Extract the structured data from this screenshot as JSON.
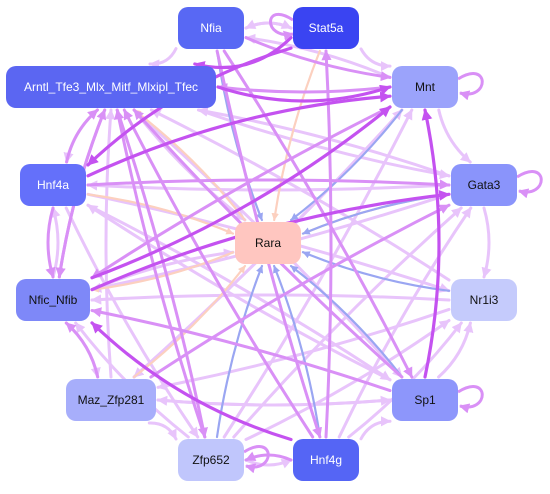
{
  "nodes": [
    {
      "id": "Nfia",
      "label": "Nfia",
      "fill": "#5868f4",
      "text": "#ffffff"
    },
    {
      "id": "Stat5a",
      "label": "Stat5a",
      "fill": "#3a44f2",
      "text": "#ffffff"
    },
    {
      "id": "Amtl",
      "label": "Arntl_Tfe3_Mlx_Mitf_Mlxipl_Tfec",
      "fill": "#5b66f2",
      "text": "#ffffff"
    },
    {
      "id": "Mnt",
      "label": "Mnt",
      "fill": "#9ba3fb",
      "text": "#111111"
    },
    {
      "id": "Hnf4a",
      "label": "Hnf4a",
      "fill": "#6470fa",
      "text": "#ffffff"
    },
    {
      "id": "Gata3",
      "label": "Gata3",
      "fill": "#8a94fb",
      "text": "#111111"
    },
    {
      "id": "Rara",
      "label": "Rara",
      "fill": "#ffc6c0",
      "text": "#111111"
    },
    {
      "id": "Nfic",
      "label": "Nfic_Nfib",
      "fill": "#7e88f8",
      "text": "#111111"
    },
    {
      "id": "Nr1i3",
      "label": "Nr1i3",
      "fill": "#c5cbfc",
      "text": "#111111"
    },
    {
      "id": "Maz",
      "label": "Maz_Zfp281",
      "fill": "#a7aefb",
      "text": "#111111"
    },
    {
      "id": "Sp1",
      "label": "Sp1",
      "fill": "#8d96fb",
      "text": "#111111"
    },
    {
      "id": "Zfp652",
      "label": "Zfp652",
      "fill": "#c0c6fc",
      "text": "#111111"
    },
    {
      "id": "Hnf4g",
      "label": "Hnf4g",
      "fill": "#5565f5",
      "text": "#ffffff"
    }
  ],
  "edge_colors": {
    "strong": "#c452f0",
    "medium": "#d990f6",
    "light": "#e8c4fb",
    "blue": "#9aa6f2",
    "peach": "#fcd0bf"
  },
  "edges": [
    {
      "from": "Amtl",
      "to": "Mnt",
      "kind": "strong"
    },
    {
      "from": "Mnt",
      "to": "Amtl",
      "kind": "medium"
    },
    {
      "from": "Nfia",
      "to": "Stat5a",
      "kind": "light"
    },
    {
      "from": "Stat5a",
      "to": "Nfia",
      "kind": "light"
    },
    {
      "from": "Nfia",
      "to": "Amtl",
      "kind": "light"
    },
    {
      "from": "Stat5a",
      "to": "Amtl",
      "kind": "strong"
    },
    {
      "from": "Stat5a",
      "to": "Hnf4a",
      "kind": "strong"
    },
    {
      "from": "Nfia",
      "to": "Mnt",
      "kind": "medium"
    },
    {
      "from": "Stat5a",
      "to": "Mnt",
      "kind": "light"
    },
    {
      "from": "Hnf4a",
      "to": "Mnt",
      "kind": "strong"
    },
    {
      "from": "Hnf4a",
      "to": "Gata3",
      "kind": "medium"
    },
    {
      "from": "Gata3",
      "to": "Hnf4a",
      "kind": "light"
    },
    {
      "from": "Hnf4a",
      "to": "Nfic",
      "kind": "medium"
    },
    {
      "from": "Amtl",
      "to": "Hnf4a",
      "kind": "light"
    },
    {
      "from": "Hnf4a",
      "to": "Amtl",
      "kind": "medium"
    },
    {
      "from": "Amtl",
      "to": "Nfic",
      "kind": "medium"
    },
    {
      "from": "Nfic",
      "to": "Amtl",
      "kind": "medium"
    },
    {
      "from": "Nfic",
      "to": "Mnt",
      "kind": "strong"
    },
    {
      "from": "Nfic",
      "to": "Gata3",
      "kind": "strong"
    },
    {
      "from": "Gata3",
      "to": "Nfic",
      "kind": "light"
    },
    {
      "from": "Nr1i3",
      "to": "Nfic",
      "kind": "light"
    },
    {
      "from": "Nfic",
      "to": "Maz",
      "kind": "light"
    },
    {
      "from": "Maz",
      "to": "Nfic",
      "kind": "medium"
    },
    {
      "from": "Maz",
      "to": "Gata3",
      "kind": "medium"
    },
    {
      "from": "Maz",
      "to": "Mnt",
      "kind": "light"
    },
    {
      "from": "Maz",
      "to": "Zfp652",
      "kind": "light"
    },
    {
      "from": "Maz",
      "to": "Sp1",
      "kind": "light"
    },
    {
      "from": "Sp1",
      "to": "Maz",
      "kind": "light"
    },
    {
      "from": "Sp1",
      "to": "Nfic",
      "kind": "medium"
    },
    {
      "from": "Sp1",
      "to": "Mnt",
      "kind": "strong"
    },
    {
      "from": "Sp1",
      "to": "Amtl",
      "kind": "medium"
    },
    {
      "from": "Sp1",
      "to": "Nr1i3",
      "kind": "light"
    },
    {
      "from": "Sp1",
      "to": "Hnf4a",
      "kind": "light"
    },
    {
      "from": "Hnf4g",
      "to": "Nfic",
      "kind": "strong"
    },
    {
      "from": "Hnf4g",
      "to": "Zfp652",
      "kind": "medium"
    },
    {
      "from": "Zfp652",
      "to": "Hnf4g",
      "kind": "light"
    },
    {
      "from": "Hnf4g",
      "to": "Amtl",
      "kind": "medium"
    },
    {
      "from": "Hnf4g",
      "to": "Stat5a",
      "kind": "medium"
    },
    {
      "from": "Hnf4g",
      "to": "Gata3",
      "kind": "light"
    },
    {
      "from": "Hnf4g",
      "to": "Nr1i3",
      "kind": "light"
    },
    {
      "from": "Hnf4g",
      "to": "Sp1",
      "kind": "light"
    },
    {
      "from": "Zfp652",
      "to": "Amtl",
      "kind": "medium"
    },
    {
      "from": "Zfp652",
      "to": "Mnt",
      "kind": "light"
    },
    {
      "from": "Zfp652",
      "to": "Gata3",
      "kind": "light"
    },
    {
      "from": "Zfp652",
      "to": "Nr1i3",
      "kind": "light"
    },
    {
      "from": "Zfp652",
      "to": "Nfic",
      "kind": "light"
    },
    {
      "from": "Nr1i3",
      "to": "Amtl",
      "kind": "light"
    },
    {
      "from": "Nr1i3",
      "to": "Maz",
      "kind": "light"
    },
    {
      "from": "Gata3",
      "to": "Amtl",
      "kind": "light"
    },
    {
      "from": "Gata3",
      "to": "Nr1i3",
      "kind": "light"
    },
    {
      "from": "Mnt",
      "to": "Gata3",
      "kind": "light"
    },
    {
      "from": "Mnt",
      "to": "Nfic",
      "kind": "medium"
    },
    {
      "from": "Mnt",
      "to": "Maz",
      "kind": "light"
    },
    {
      "from": "Mnt",
      "to": "Nfia",
      "kind": "light"
    },
    {
      "from": "Nfia",
      "to": "Sp1",
      "kind": "medium"
    },
    {
      "from": "Nfia",
      "to": "Hnf4g",
      "kind": "medium"
    },
    {
      "from": "Amtl",
      "to": "Sp1",
      "kind": "light"
    },
    {
      "from": "Amtl",
      "to": "Zfp652",
      "kind": "medium"
    },
    {
      "from": "Amtl",
      "to": "Gata3",
      "kind": "light"
    },
    {
      "from": "Hnf4a",
      "to": "Sp1",
      "kind": "light"
    },
    {
      "from": "Hnf4a",
      "to": "Zfp652",
      "kind": "light"
    },
    {
      "from": "Hnf4a",
      "to": "Nr1i3",
      "kind": "light"
    },
    {
      "from": "Nfic",
      "to": "Hnf4a",
      "kind": "light"
    },
    {
      "from": "Maz",
      "to": "Amtl",
      "kind": "light"
    },
    {
      "from": "Nfia",
      "to": "Rara",
      "kind": "blue"
    },
    {
      "from": "Stat5a",
      "to": "Rara",
      "kind": "peach"
    },
    {
      "from": "Amtl",
      "to": "Rara",
      "kind": "light"
    },
    {
      "from": "Mnt",
      "to": "Rara",
      "kind": "blue"
    },
    {
      "from": "Hnf4a",
      "to": "Rara",
      "kind": "peach"
    },
    {
      "from": "Gata3",
      "to": "Rara",
      "kind": "blue"
    },
    {
      "from": "Nfic",
      "to": "Rara",
      "kind": "light"
    },
    {
      "from": "Nr1i3",
      "to": "Rara",
      "kind": "blue"
    },
    {
      "from": "Maz",
      "to": "Rara",
      "kind": "peach"
    },
    {
      "from": "Sp1",
      "to": "Rara",
      "kind": "blue"
    },
    {
      "from": "Zfp652",
      "to": "Rara",
      "kind": "blue"
    },
    {
      "from": "Hnf4g",
      "to": "Rara",
      "kind": "blue"
    },
    {
      "from": "Rara",
      "to": "Nfic",
      "kind": "peach"
    },
    {
      "from": "Rara",
      "to": "Amtl",
      "kind": "peach"
    },
    {
      "from": "Rara",
      "to": "Gata3",
      "kind": "peach"
    }
  ],
  "self_loops": [
    "Stat5a",
    "Mnt",
    "Gata3",
    "Sp1",
    "Zfp652"
  ]
}
